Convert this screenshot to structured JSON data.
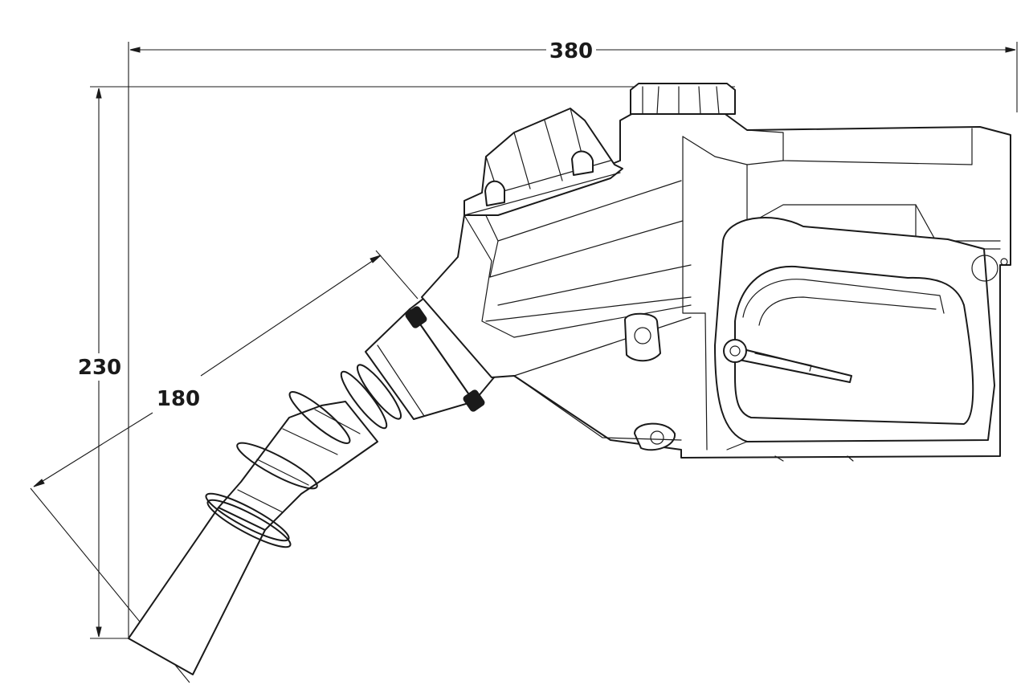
{
  "dimensions": {
    "width": "380",
    "height": "230",
    "spout_length": "180"
  }
}
